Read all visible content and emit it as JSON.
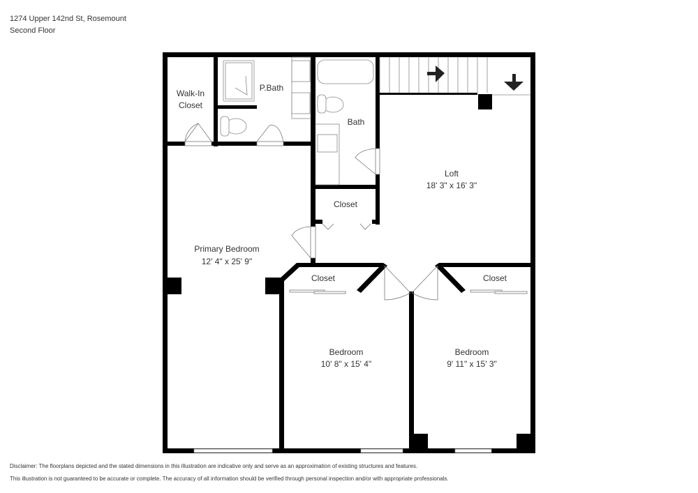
{
  "header": {
    "address": "1274 Upper 142nd St, Rosemount",
    "floor": "Second Floor"
  },
  "rooms": {
    "walk_in_closet": {
      "name_line1": "Walk-In",
      "name_line2": "Closet"
    },
    "primary_bath": {
      "name": "P.Bath"
    },
    "bath": {
      "name": "Bath"
    },
    "loft": {
      "name": "Loft",
      "dimensions": "18' 3\" x 16' 3\""
    },
    "hall_closet": {
      "name": "Closet"
    },
    "primary_bedroom": {
      "name": "Primary Bedroom",
      "dimensions": "12' 4\" x 25' 9\""
    },
    "bedroom2_closet": {
      "name": "Closet"
    },
    "bedroom3_closet": {
      "name": "Closet"
    },
    "bedroom2": {
      "name": "Bedroom",
      "dimensions": "10' 8\" x 15' 4\""
    },
    "bedroom3": {
      "name": "Bedroom",
      "dimensions": "9' 11\" x 15' 3\""
    }
  },
  "icons": {
    "stairs_arrow_right": "arrow-right",
    "stairs_arrow_down": "arrow-down"
  },
  "disclaimer": {
    "line1": "Disclaimer: The floorplans depicted and the stated dimensions in this illustration are indicative only and serve as an approximation of existing structures and features.",
    "line2": "This illustration is not guaranteed to be accurate or complete. The accuracy of all information should be verified through personal inspection and/or with appropriate professionals."
  }
}
